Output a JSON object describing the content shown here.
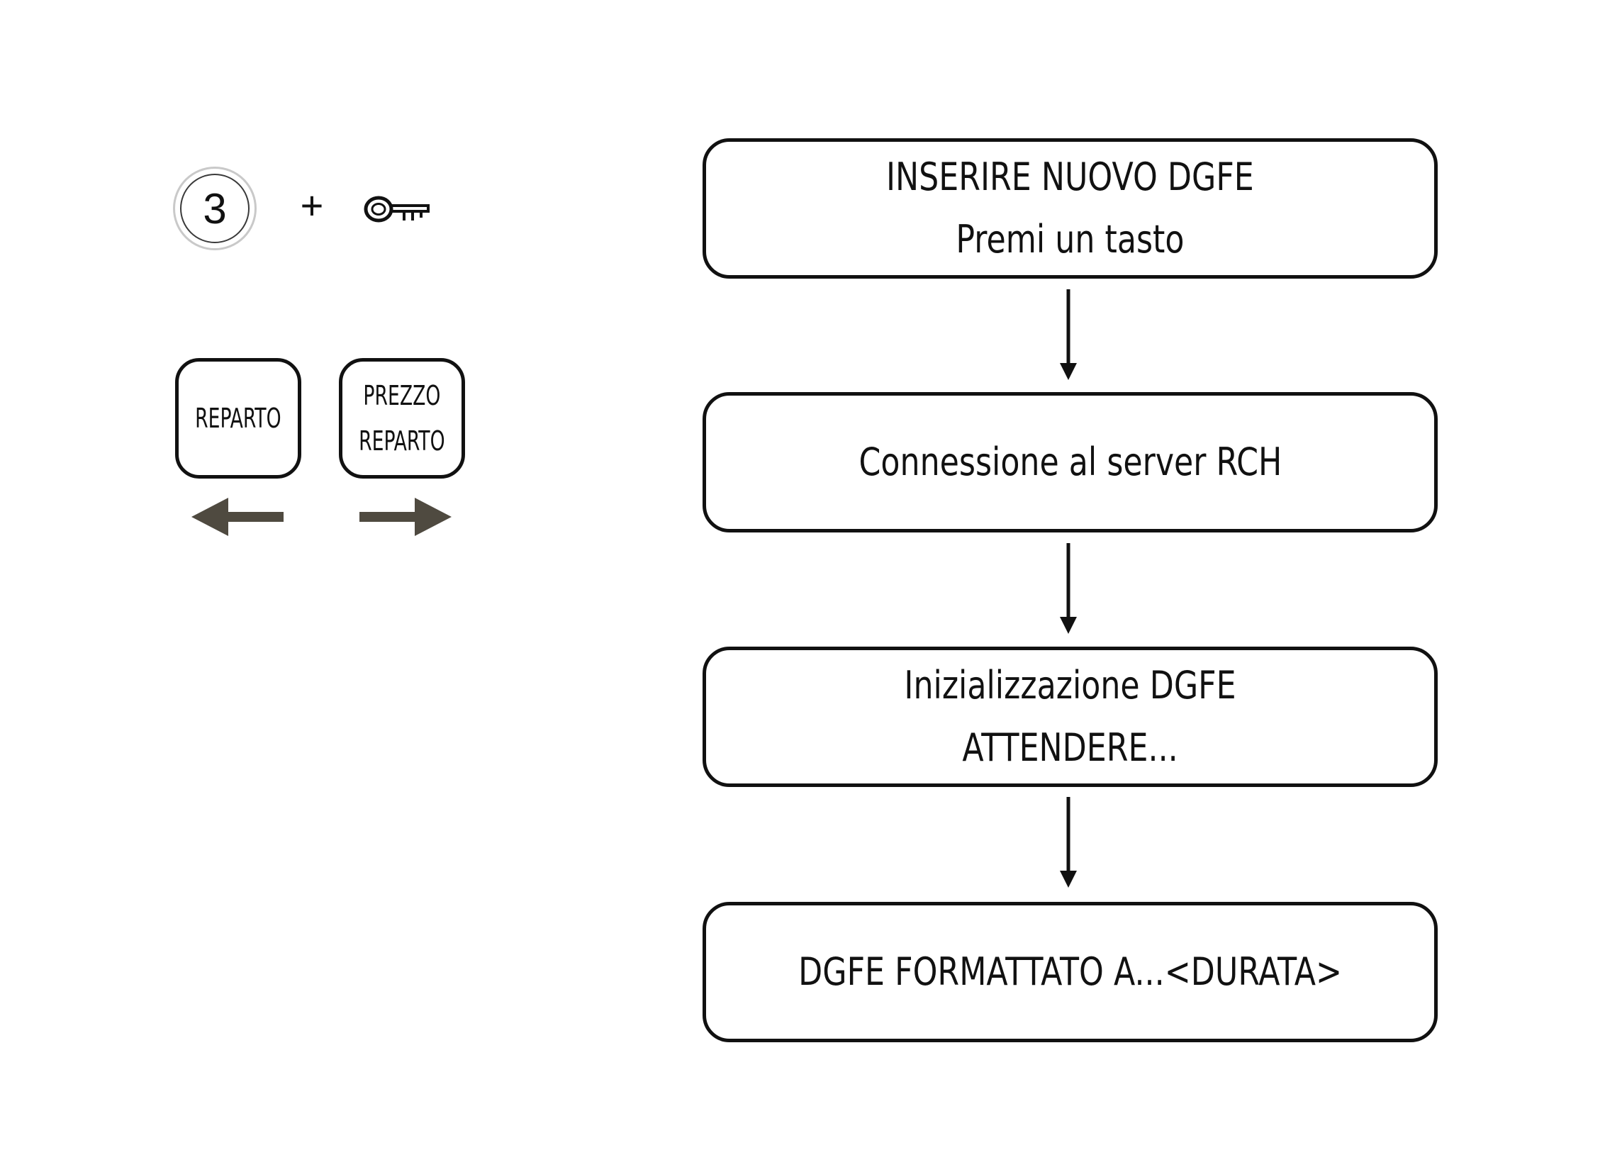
{
  "shortcut": {
    "number_key": "3",
    "plus": "+",
    "key_icon": "key-icon"
  },
  "function_keys": {
    "reparto": [
      "REPARTO"
    ],
    "prezzo_reparto": [
      "PREZZO",
      "REPARTO"
    ],
    "left_arrow_icon": "arrow-left-icon",
    "right_arrow_icon": "arrow-right-icon",
    "arrow_color": "#4f4a40"
  },
  "flow": {
    "steps": [
      {
        "lines": [
          "INSERIRE NUOVO DGFE",
          "Premi un tasto"
        ]
      },
      {
        "lines": [
          "Connessione al server RCH"
        ]
      },
      {
        "lines": [
          "Inizializzazione DGFE",
          "ATTENDERE..."
        ]
      },
      {
        "lines": [
          "DGFE FORMATTATO A...<DURATA>"
        ]
      }
    ],
    "arrow_icon": "arrow-down-icon"
  }
}
